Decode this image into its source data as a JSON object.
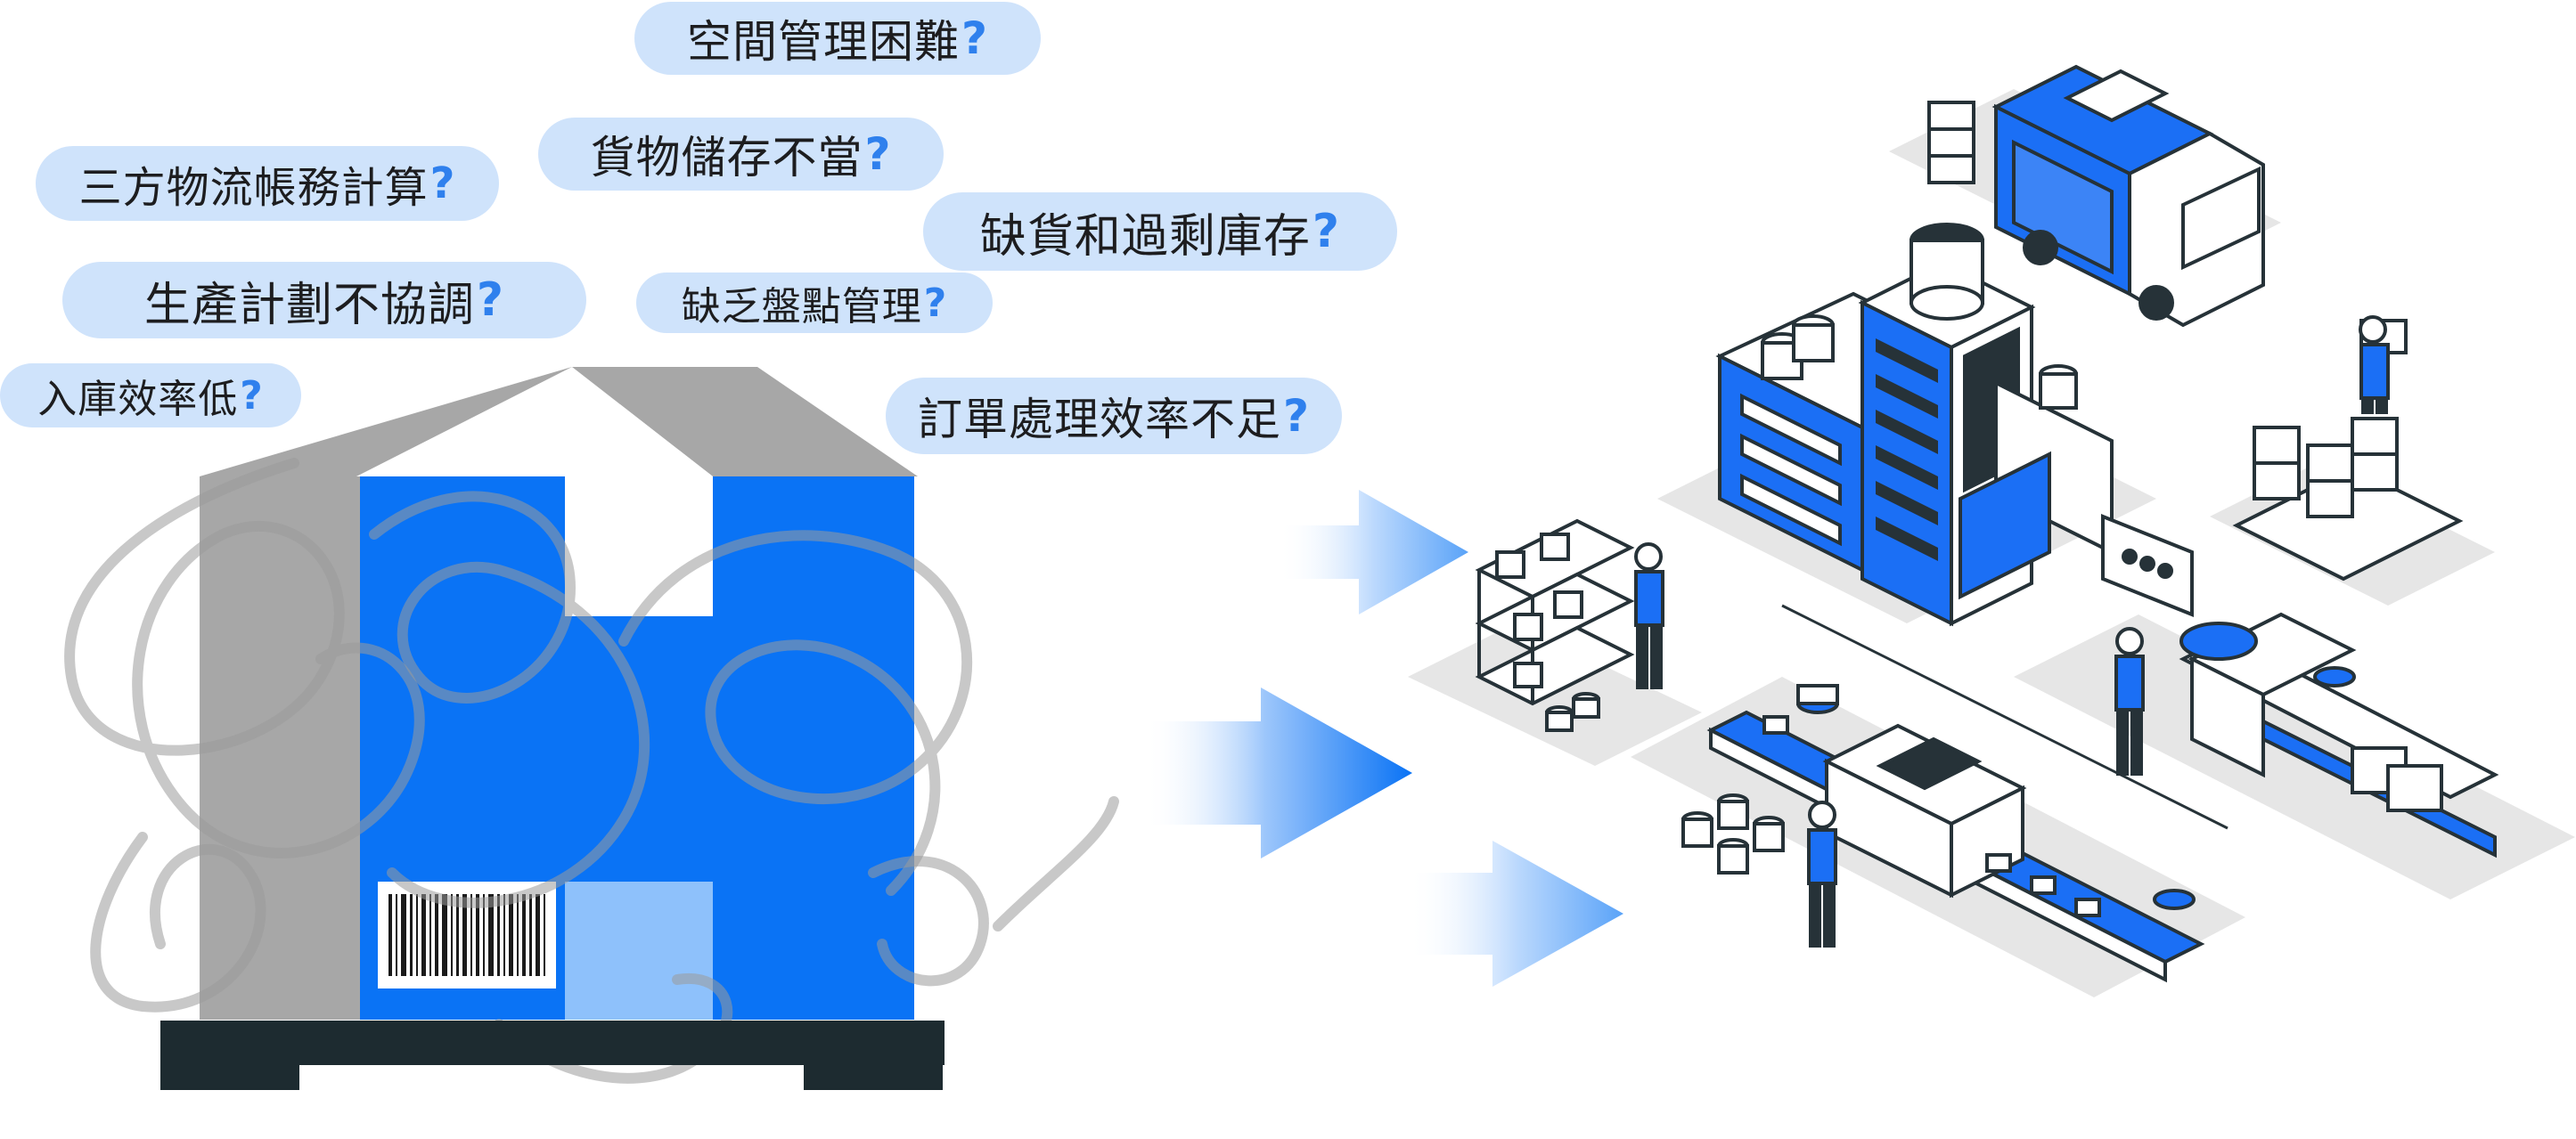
{
  "problems": [
    {
      "text": "空間管理困難",
      "mark": "?"
    },
    {
      "text": "貨物儲存不當",
      "mark": "?"
    },
    {
      "text": "三方物流帳務計算",
      "mark": "?"
    },
    {
      "text": "缺貨和過剩庫存",
      "mark": "?"
    },
    {
      "text": "生產計劃不協調",
      "mark": "?"
    },
    {
      "text": "缺乏盤點管理",
      "mark": "?"
    },
    {
      "text": "入庫效率低",
      "mark": "?"
    },
    {
      "text": "訂單處理效率不足",
      "mark": "?"
    }
  ],
  "colors": {
    "bubble": "#cfe3fb",
    "question_mark": "#2f80ed",
    "box_blue": "#0a73f5",
    "box_grey": "#a7a7a7",
    "pallet": "#1d2b30",
    "scribble": "#bdbdbd",
    "factory_blue": "#1b6ff5",
    "outline": "#263238"
  },
  "icons": {
    "arrows": "arrow-right-icon",
    "box": "cargo-box-icon",
    "barcode": "barcode-icon",
    "factory": "smart-factory-icon",
    "truck": "delivery-truck-icon"
  }
}
